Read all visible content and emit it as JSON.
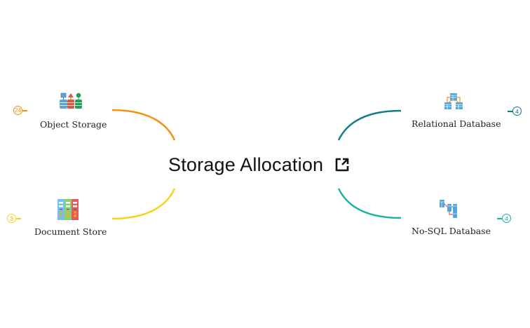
{
  "title": "Storage Allocation",
  "title_icon": "external-link-icon",
  "colors": {
    "object_storage": "#F5900D",
    "document_store": "#F8D21C",
    "relational_database": "#117A8B",
    "nosql_database": "#17B3A3"
  },
  "nodes": [
    {
      "id": "object-storage",
      "label": "Object Storage",
      "count": "24",
      "icon": "object-storage-icon",
      "side": "left"
    },
    {
      "id": "document-store",
      "label": "Document Store",
      "count": "3",
      "icon": "document-store-icon",
      "side": "left"
    },
    {
      "id": "relational-database",
      "label": "Relational Database",
      "count": "4",
      "icon": "relational-database-icon",
      "side": "right"
    },
    {
      "id": "nosql-database",
      "label": "No-SQL Database",
      "count": "4",
      "icon": "nosql-database-icon",
      "side": "right"
    }
  ]
}
